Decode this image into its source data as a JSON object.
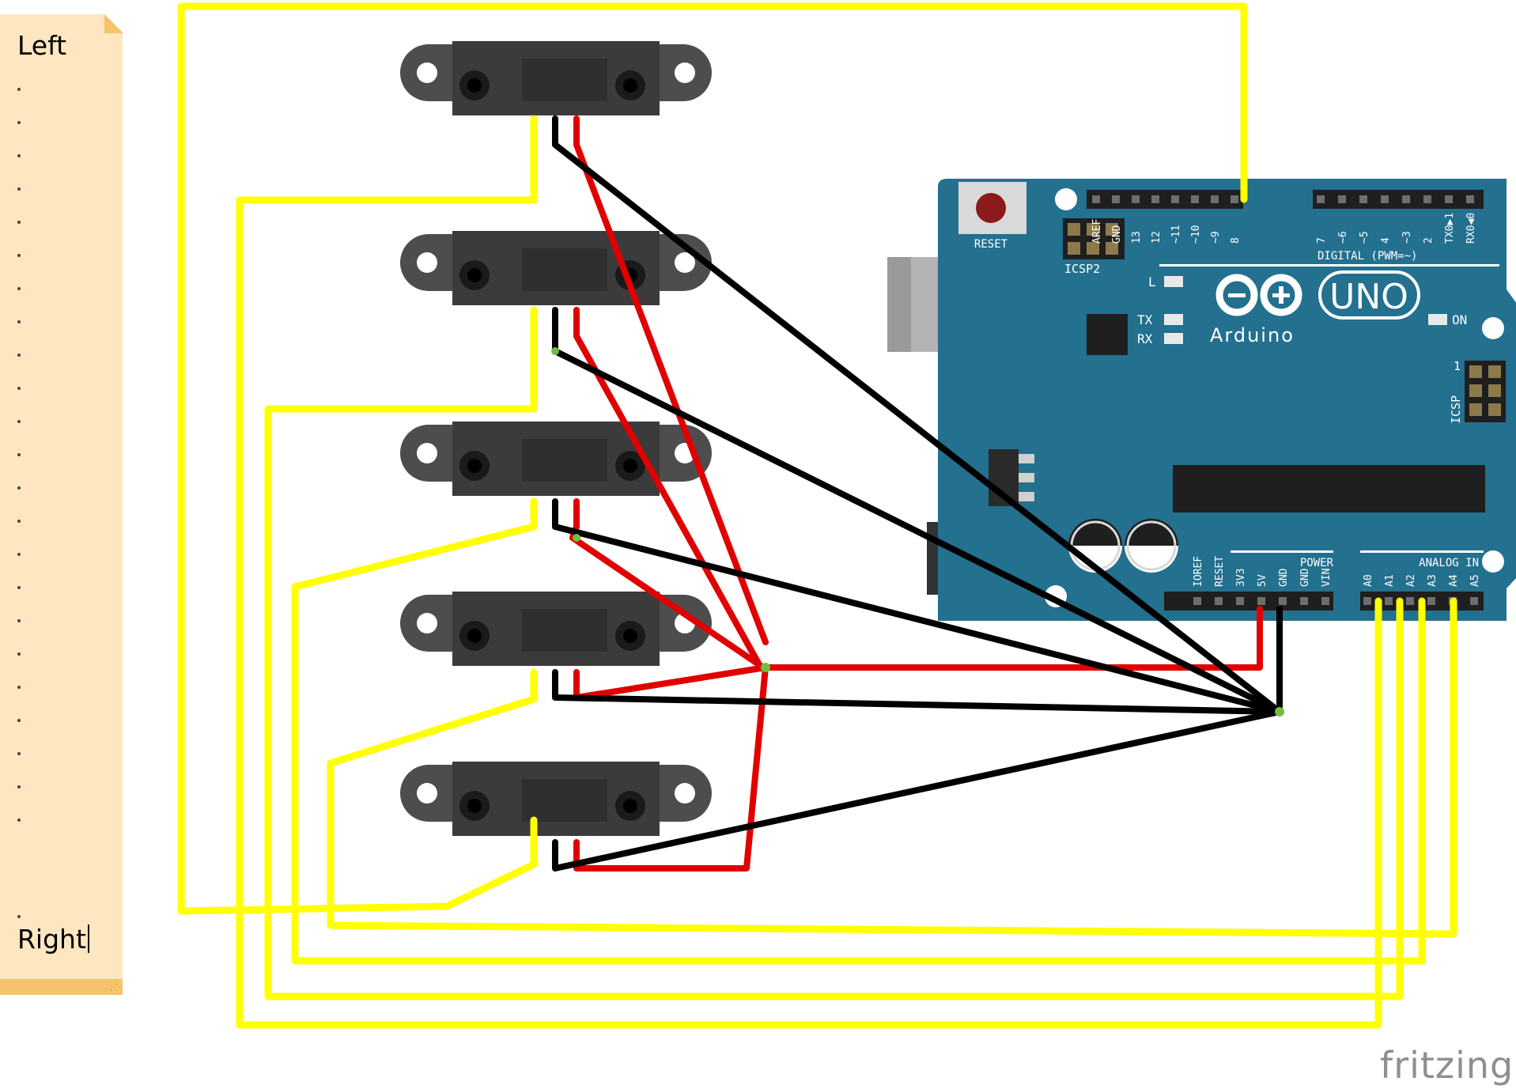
{
  "note": {
    "left_label": "Left",
    "right_label": "Right",
    "dot_count": 24
  },
  "board": {
    "reset_label": "RESET",
    "icsp2_label": "ICSP2",
    "icsp_label": "ICSP",
    "icsp_pin1": "1",
    "digital_label": "DIGITAL (PWM=~)",
    "power_label": "POWER",
    "analog_label": "ANALOG IN",
    "led_l": "L",
    "led_tx": "TX",
    "led_rx": "RX",
    "led_on": "ON",
    "logo_text": "UNO",
    "brand_text": "Arduino",
    "digital_pins": [
      "AREF",
      "GND",
      "13",
      "12",
      "~11",
      "~10",
      "~9",
      "8",
      "7",
      "~6",
      "~5",
      "4",
      "~3",
      "2",
      "TX0▶1",
      "RX0◀0"
    ],
    "power_pins": [
      "IOREF",
      "RESET",
      "3V3",
      "5V",
      "GND",
      "GND",
      "VIN"
    ],
    "analog_pins": [
      "A0",
      "A1",
      "A2",
      "A3",
      "A4",
      "A5"
    ]
  },
  "footer": {
    "brand": "fritzing"
  },
  "colors": {
    "board": "#23708f",
    "signal_wire": "#ffff00",
    "power_wire": "#e00000",
    "ground_wire": "#000000",
    "sensor": "#4d4d4d"
  },
  "sensor_count": 5
}
